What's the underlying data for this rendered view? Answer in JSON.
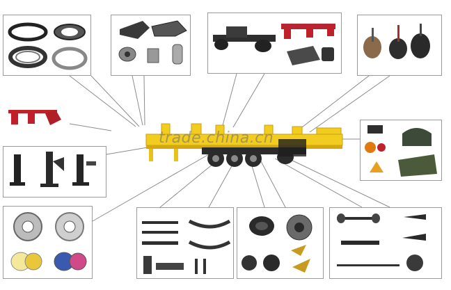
{
  "watermark": "trade.china.cn",
  "colors": {
    "frame": "#9a9a9a",
    "leader_line": "#8c8c8c",
    "trailer_yellow": "#f2cc1f",
    "part_metal": "#6e6e6e",
    "part_dark": "#2b2b2b",
    "part_red": "#c0202a"
  },
  "panels": [
    {
      "id": "seals",
      "icon": "oil-seal-rings-icon"
    },
    {
      "id": "fifth-wheel",
      "icon": "fifth-wheel-kingpin-icon"
    },
    {
      "id": "suspension",
      "icon": "suspension-assembly-icon"
    },
    {
      "id": "brake-chambers",
      "icon": "brake-chamber-icon"
    },
    {
      "id": "brackets",
      "icon": "suspension-bracket-icon"
    },
    {
      "id": "landing-gear",
      "icon": "landing-gear-icon"
    },
    {
      "id": "lamps-fenders",
      "icon": "lamp-fender-icon"
    },
    {
      "id": "wheel-rims",
      "icon": "wheel-rim-icon"
    },
    {
      "id": "leaf-springs",
      "icon": "leaf-spring-icon"
    },
    {
      "id": "brake-drums",
      "icon": "brake-drum-icon"
    },
    {
      "id": "axles",
      "icon": "axle-icon"
    }
  ]
}
